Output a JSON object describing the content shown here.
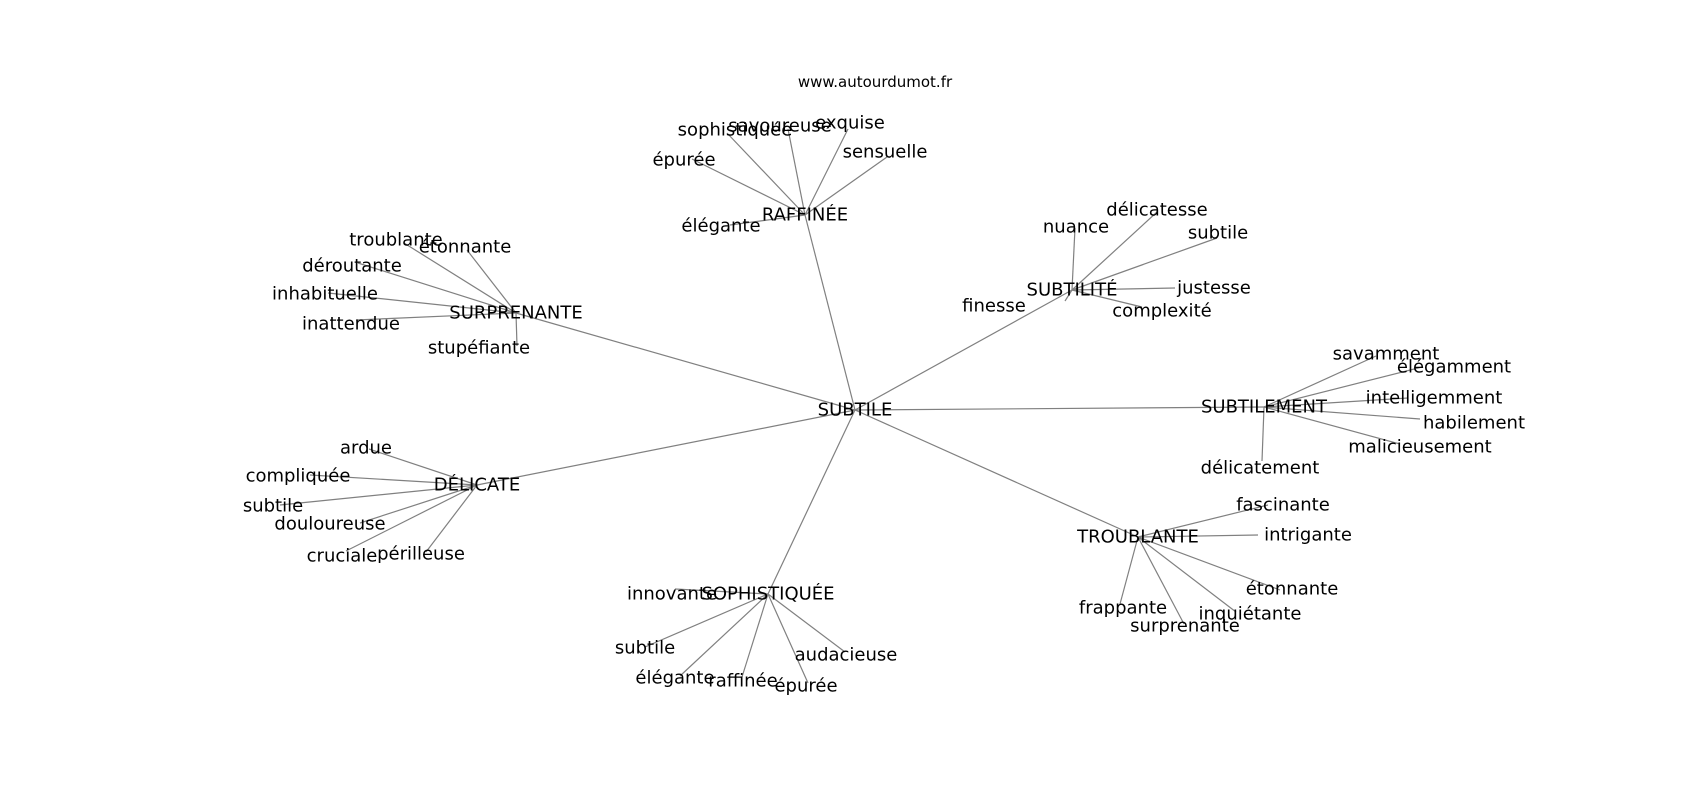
{
  "source": "www.autourdumot.fr",
  "graph": {
    "root": "SUBTILE",
    "groups": [
      {
        "label": "RAFFINÉE",
        "leaves": [
          "sophistiquée",
          "savoureuse",
          "exquise",
          "sensuelle",
          "épurée",
          "élégante"
        ]
      },
      {
        "label": "SUBTILITÉ",
        "leaves": [
          "nuance",
          "délicatesse",
          "subtile",
          "justesse",
          "finesse",
          "complexité"
        ]
      },
      {
        "label": "SURPRENANTE",
        "leaves": [
          "troublante",
          "étonnante",
          "déroutante",
          "inhabituelle",
          "inattendue",
          "stupéfiante"
        ]
      },
      {
        "label": "SUBTILEMENT",
        "leaves": [
          "savamment",
          "élégamment",
          "intelligemment",
          "habilement",
          "malicieusement",
          "délicatement"
        ]
      },
      {
        "label": "DÉLICATE",
        "leaves": [
          "ardue",
          "compliquée",
          "subtile",
          "douloureuse",
          "cruciale",
          "périlleuse"
        ]
      },
      {
        "label": "TROUBLANTE",
        "leaves": [
          "fascinante",
          "intrigante",
          "étonnante",
          "inquiétante",
          "frappante",
          "surprenante"
        ]
      },
      {
        "label": "SOPHISTIQUÉE",
        "leaves": [
          "innovante",
          "subtile",
          "élégante",
          "raffinée",
          "épurée",
          "audacieuse"
        ]
      }
    ]
  }
}
